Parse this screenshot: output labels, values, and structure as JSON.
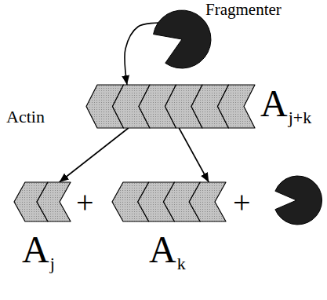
{
  "diagram": {
    "nodes": [
      {
        "text": [
          "Fragmenter"
        ]
      },
      {
        "text": [
          "Actin",
          "A",
          "j+k"
        ]
      },
      {
        "text": [
          "A",
          "j"
        ]
      },
      {
        "text": [
          "A",
          "k"
        ]
      }
    ],
    "edges": [
      {
        "from": 0,
        "to": 1,
        "arrow": "to"
      },
      {
        "from": 1,
        "to": 2,
        "arrow": "to"
      },
      {
        "from": 1,
        "to": 3,
        "arrow": "to"
      }
    ],
    "labels": [
      "+",
      "+"
    ]
  }
}
